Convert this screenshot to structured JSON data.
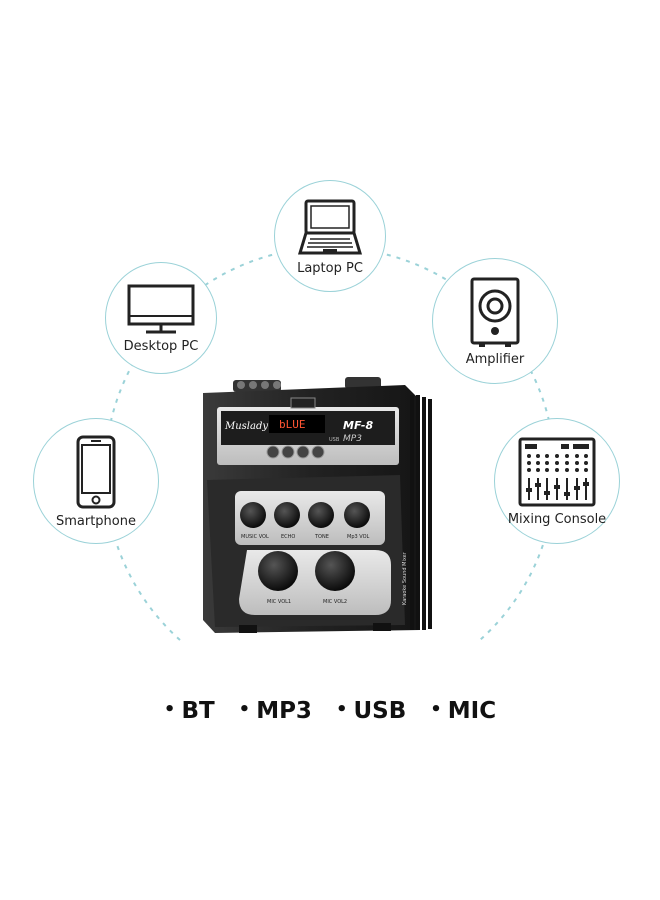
{
  "bubbles": {
    "laptop": "Laptop PC",
    "desktop": "Desktop PC",
    "amplifier": "Amplifier",
    "smartphone": "Smartphone",
    "mixing_console": "Mixing Console"
  },
  "device": {
    "brand": "Muslady",
    "model": "MF-8",
    "display": "bLUE",
    "mp3_label": "MP3",
    "usb_label": "USB",
    "knob_labels": [
      "MUSIC VOL",
      "ECHO",
      "TONE",
      "Mp3 VOL"
    ],
    "mic_labels": [
      "MIC VOL1",
      "MIC VOL2"
    ],
    "side_label": "Karaoke Sound Mixer"
  },
  "features": [
    "BT",
    "MP3",
    "USB",
    "MIC"
  ]
}
